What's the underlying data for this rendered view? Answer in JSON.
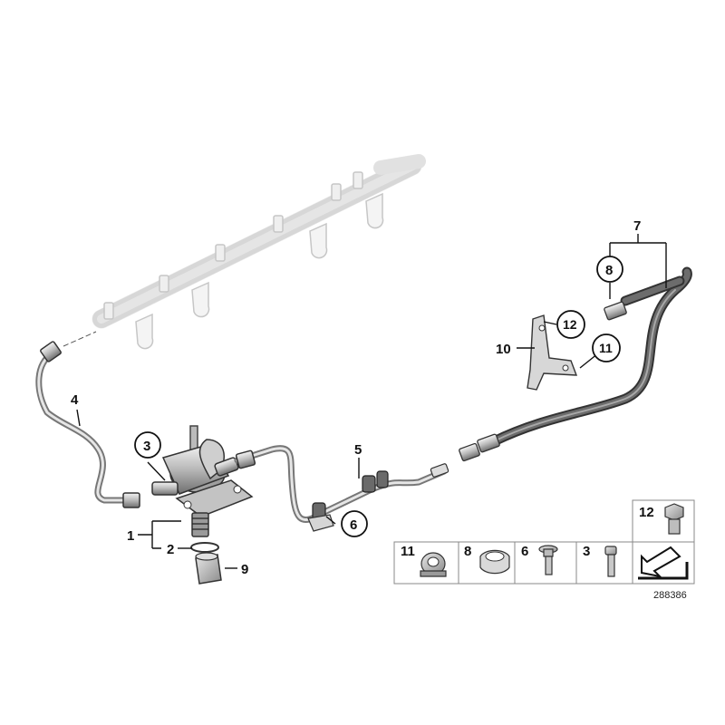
{
  "diagram": {
    "callouts": {
      "c1": "1",
      "c2": "2",
      "c3": "3",
      "c4": "4",
      "c5": "5",
      "c6": "6",
      "c7": "7",
      "c8": "8",
      "c9": "9",
      "c10": "10",
      "c11": "11",
      "c12": "12"
    },
    "legend": {
      "row1": [
        "11",
        "8",
        "6",
        "3"
      ],
      "top": "12"
    },
    "reference_number": "288386"
  }
}
